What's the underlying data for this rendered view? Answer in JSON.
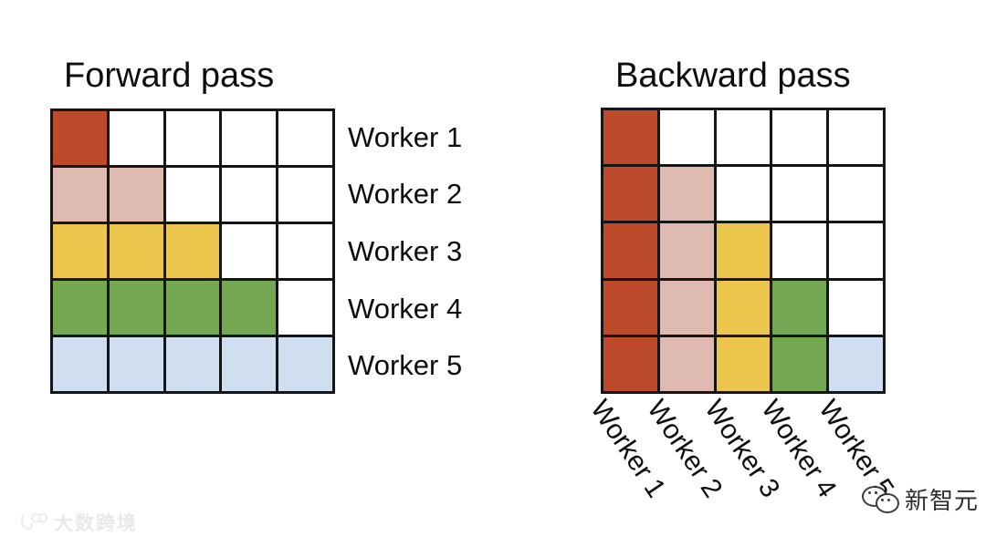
{
  "figure": {
    "type": "pipeline-parallelism-schedule-diagram",
    "background": "#ffffff"
  },
  "palette": {
    "red": "#bd4a2b",
    "pink": "#dfbab0",
    "yellow": "#ebc54c",
    "green": "#74a852",
    "blue": "#cfdff0",
    "empty": "#ffffff",
    "border": "#151515",
    "text": "#0d0d0d"
  },
  "panels": {
    "forward": {
      "title": "Forward pass",
      "row_labels": [
        "Worker 1",
        "Worker 2",
        "Worker 3",
        "Worker 4",
        "Worker 5"
      ],
      "grid": {
        "rows": 5,
        "cols": 5,
        "cells": [
          [
            "red",
            "empty",
            "empty",
            "empty",
            "empty"
          ],
          [
            "pink",
            "pink",
            "empty",
            "empty",
            "empty"
          ],
          [
            "yellow",
            "yellow",
            "yellow",
            "empty",
            "empty"
          ],
          [
            "green",
            "green",
            "green",
            "green",
            "empty"
          ],
          [
            "blue",
            "blue",
            "blue",
            "blue",
            "blue"
          ]
        ]
      }
    },
    "backward": {
      "title": "Backward pass",
      "col_labels": [
        "Worker 1",
        "Worker 2",
        "Worker 3",
        "Worker 4",
        "Worker 5"
      ],
      "col_label_rotation_deg": 56,
      "grid": {
        "rows": 5,
        "cols": 5,
        "cells": [
          [
            "red",
            "empty",
            "empty",
            "empty",
            "empty"
          ],
          [
            "red",
            "pink",
            "empty",
            "empty",
            "empty"
          ],
          [
            "red",
            "pink",
            "yellow",
            "empty",
            "empty"
          ],
          [
            "red",
            "pink",
            "yellow",
            "green",
            "empty"
          ],
          [
            "red",
            "pink",
            "yellow",
            "green",
            "blue"
          ]
        ]
      }
    }
  },
  "watermarks": {
    "left": {
      "text": "大数跨境",
      "logo": "dashu-logo"
    },
    "right": {
      "text": "新智元",
      "logo": "wechat-logo"
    }
  }
}
